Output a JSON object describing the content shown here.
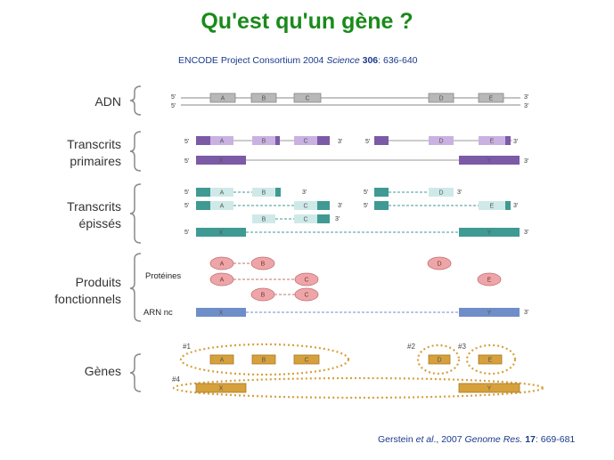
{
  "title": "Qu'est qu'un gène ?",
  "ref_top": {
    "authors": "ENCODE Project Consortium 2004 ",
    "journal": "Science ",
    "volume": "306",
    "pages": ": 636-640"
  },
  "ref_bottom": {
    "authors": "Gerstein ",
    "etal": "et al",
    "year": "., 2007 ",
    "journal": "Genome Res. ",
    "volume": "17",
    "pages": ": 669-681"
  },
  "rows": {
    "adn": "ADN",
    "primary_1": "Transcrits",
    "primary_2": "primaires",
    "spliced_1": "Transcrits",
    "spliced_2": "épissés",
    "functional_1": "Produits",
    "functional_2": "fonctionnels",
    "genes": "Gènes"
  },
  "sublabels": {
    "proteins": "Protéines",
    "ncrna": "ARN nc"
  },
  "ends": {
    "five": "5'",
    "three": "3'"
  },
  "exons": {
    "A": "A",
    "B": "B",
    "C": "C",
    "D": "D",
    "E": "E",
    "X": "X",
    "Y": "Y"
  },
  "gene_ids": [
    "#1",
    "#2",
    "#3",
    "#4"
  ],
  "colors": {
    "title": "#1a8a1a",
    "reference": "#1a3a8a",
    "dna_exon": "#b8b8b8",
    "primary_exon": "#c9b2e2",
    "primary_dark": "#7b5aa6",
    "spliced_exon": "#cfe9e9",
    "spliced_dark": "#3f9a93",
    "protein": "#efa5a8",
    "ncrna": "#6f8ec9",
    "gene": "#d6a03c"
  }
}
